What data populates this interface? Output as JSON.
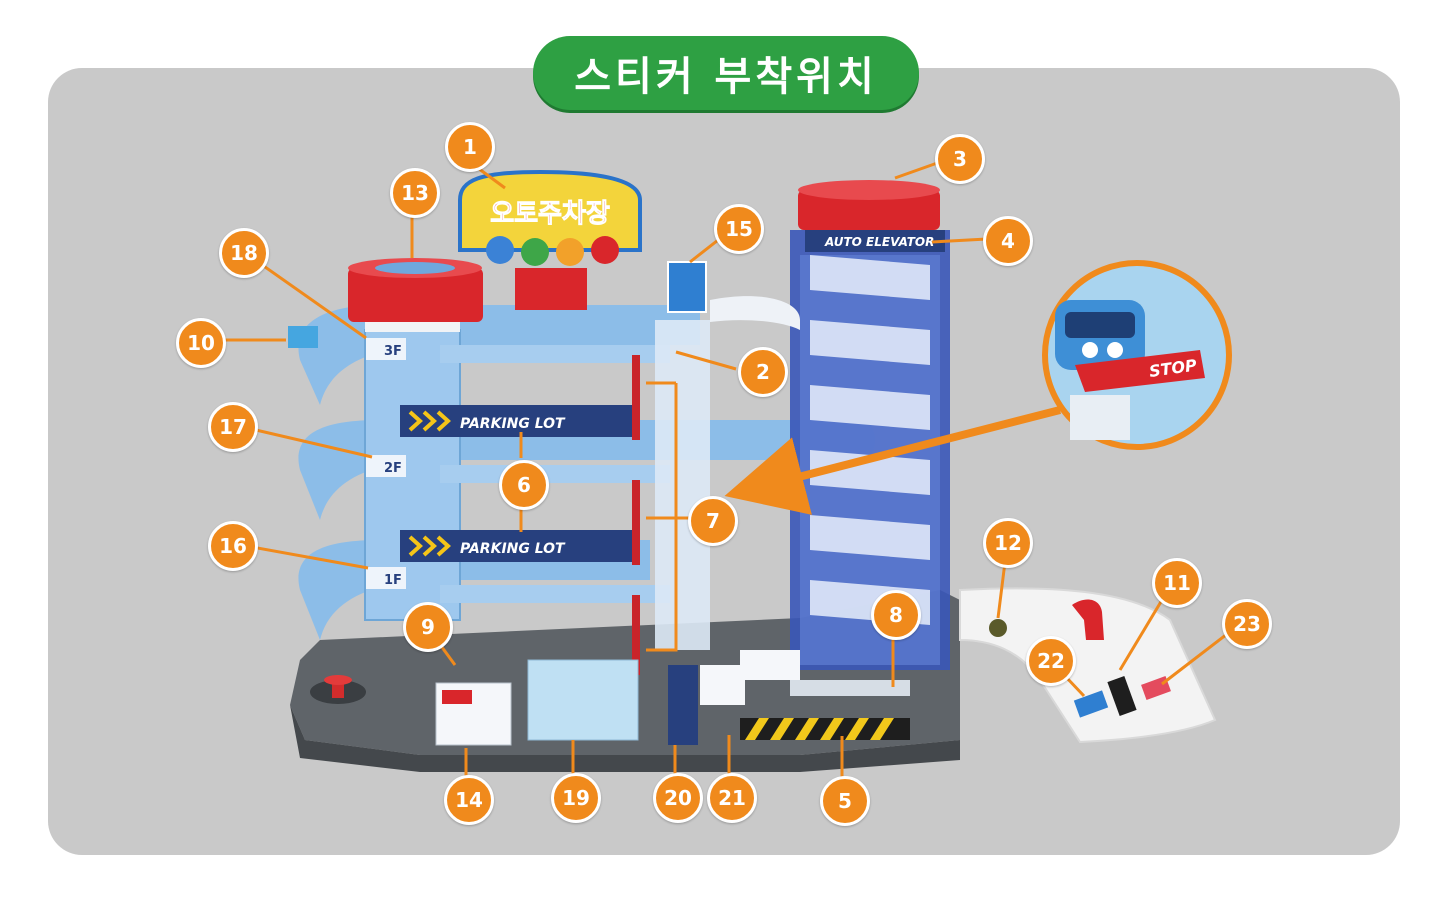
{
  "title": "스티커 부착위치",
  "sign_text": "오토주차장",
  "parking_lot_label": "PARKING LOT",
  "elevator_label": "AUTO ELEVATOR",
  "stop_label": "STOP",
  "floor_labels": [
    "3F",
    "2F",
    "1F"
  ],
  "colors": {
    "accent": "#f08a1c",
    "title_bg": "#2ea043",
    "panel_bg": "#c9c9c9"
  },
  "callouts": [
    {
      "number": "1"
    },
    {
      "number": "2"
    },
    {
      "number": "3"
    },
    {
      "number": "4"
    },
    {
      "number": "5"
    },
    {
      "number": "6"
    },
    {
      "number": "7"
    },
    {
      "number": "8"
    },
    {
      "number": "9"
    },
    {
      "number": "10"
    },
    {
      "number": "11"
    },
    {
      "number": "12"
    },
    {
      "number": "13"
    },
    {
      "number": "14"
    },
    {
      "number": "15"
    },
    {
      "number": "16"
    },
    {
      "number": "17"
    },
    {
      "number": "18"
    },
    {
      "number": "19"
    },
    {
      "number": "20"
    },
    {
      "number": "21"
    },
    {
      "number": "22"
    },
    {
      "number": "23"
    }
  ]
}
